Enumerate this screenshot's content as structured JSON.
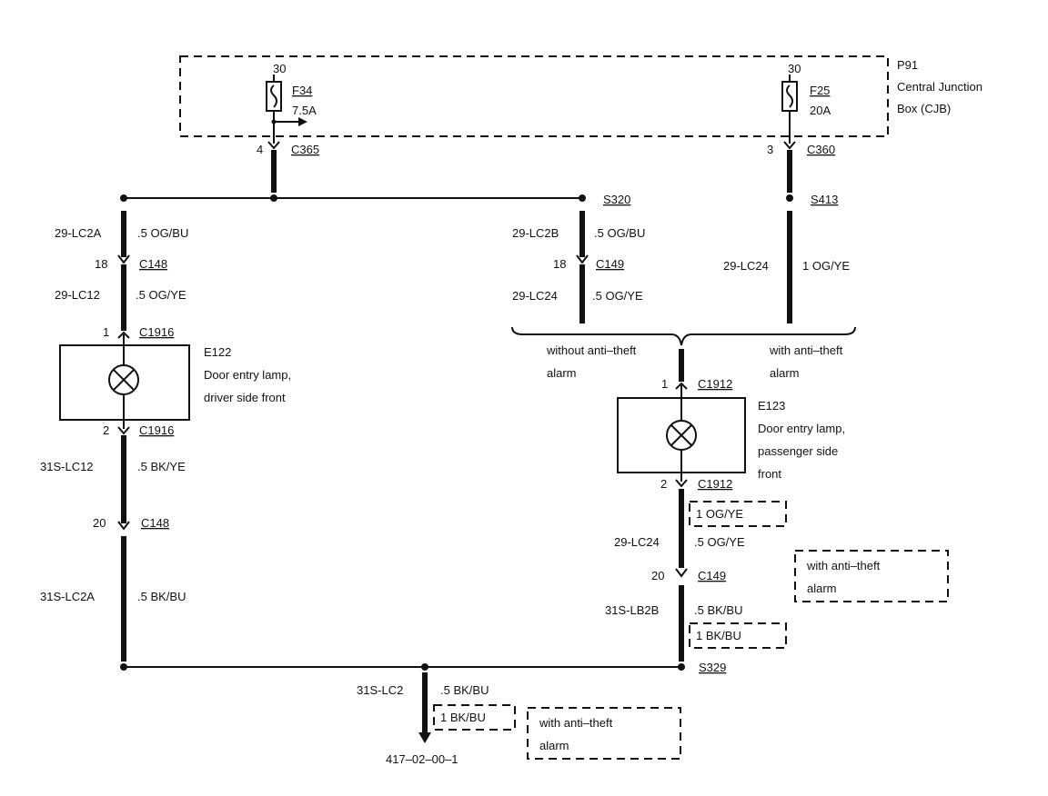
{
  "cjb": {
    "ref": "P91",
    "name_line1": "Central Junction",
    "name_line2": "Box (CJB)"
  },
  "fuses": [
    {
      "circuit": "30",
      "id": "F34",
      "rating": "7.5A"
    },
    {
      "circuit": "30",
      "id": "F25",
      "rating": "20A"
    }
  ],
  "connectors": {
    "c365": {
      "pin": "4",
      "label": "C365"
    },
    "c360": {
      "pin": "3",
      "label": "C360"
    },
    "c148_top": {
      "pin": "18",
      "label": "C148"
    },
    "c148_bot": {
      "pin": "20",
      "label": "C148"
    },
    "c149_top": {
      "pin": "18",
      "label": "C149"
    },
    "c149_bot": {
      "pin": "20",
      "label": "C149"
    },
    "c1916_top": {
      "pin": "1",
      "label": "C1916"
    },
    "c1916_bot": {
      "pin": "2",
      "label": "C1916"
    },
    "c1912_top": {
      "pin": "1",
      "label": "C1912"
    },
    "c1912_bot": {
      "pin": "2",
      "label": "C1912"
    }
  },
  "splices": {
    "s320": "S320",
    "s413": "S413",
    "s329": "S329"
  },
  "wires": {
    "lc2a": {
      "circuit": "29-LC2A",
      "spec": ".5 OG/BU"
    },
    "lc12": {
      "circuit": "29-LC12",
      "spec": ".5 OG/YE"
    },
    "lc2b": {
      "circuit": "29-LC2B",
      "spec": ".5 OG/BU"
    },
    "lc24_mid": {
      "circuit": "29-LC24",
      "spec": ".5 OG/YE"
    },
    "lc24_right": {
      "circuit": "29-LC24",
      "spec": "1 OG/YE"
    },
    "s_lc12": {
      "circuit": "31S-LC12",
      "spec": ".5 BK/YE"
    },
    "s_lc2a": {
      "circuit": "31S-LC2A",
      "spec": ".5 BK/BU"
    },
    "lc24_lower": {
      "circuit": "29-LC24",
      "spec": ".5 OG/YE",
      "alt_spec": "1 OG/YE"
    },
    "s_lb2b": {
      "circuit": "31S-LB2B",
      "spec": ".5 BK/BU",
      "alt_spec": "1 BK/BU"
    },
    "s_lc2": {
      "circuit": "31S-LC2",
      "spec": ".5 BK/BU",
      "alt_spec": "1 BK/BU"
    }
  },
  "lamps": {
    "e122": {
      "ref": "E122",
      "line1": "Door entry lamp,",
      "line2": "driver side front"
    },
    "e123": {
      "ref": "E123",
      "line1": "Door entry lamp,",
      "line2": "passenger side",
      "line3": "front"
    }
  },
  "options": {
    "without_l1": "without anti–theft",
    "without_l2": "alarm",
    "with_l1": "with anti–theft",
    "with_l2": "alarm"
  },
  "ground_ref": "417–02–00–1"
}
